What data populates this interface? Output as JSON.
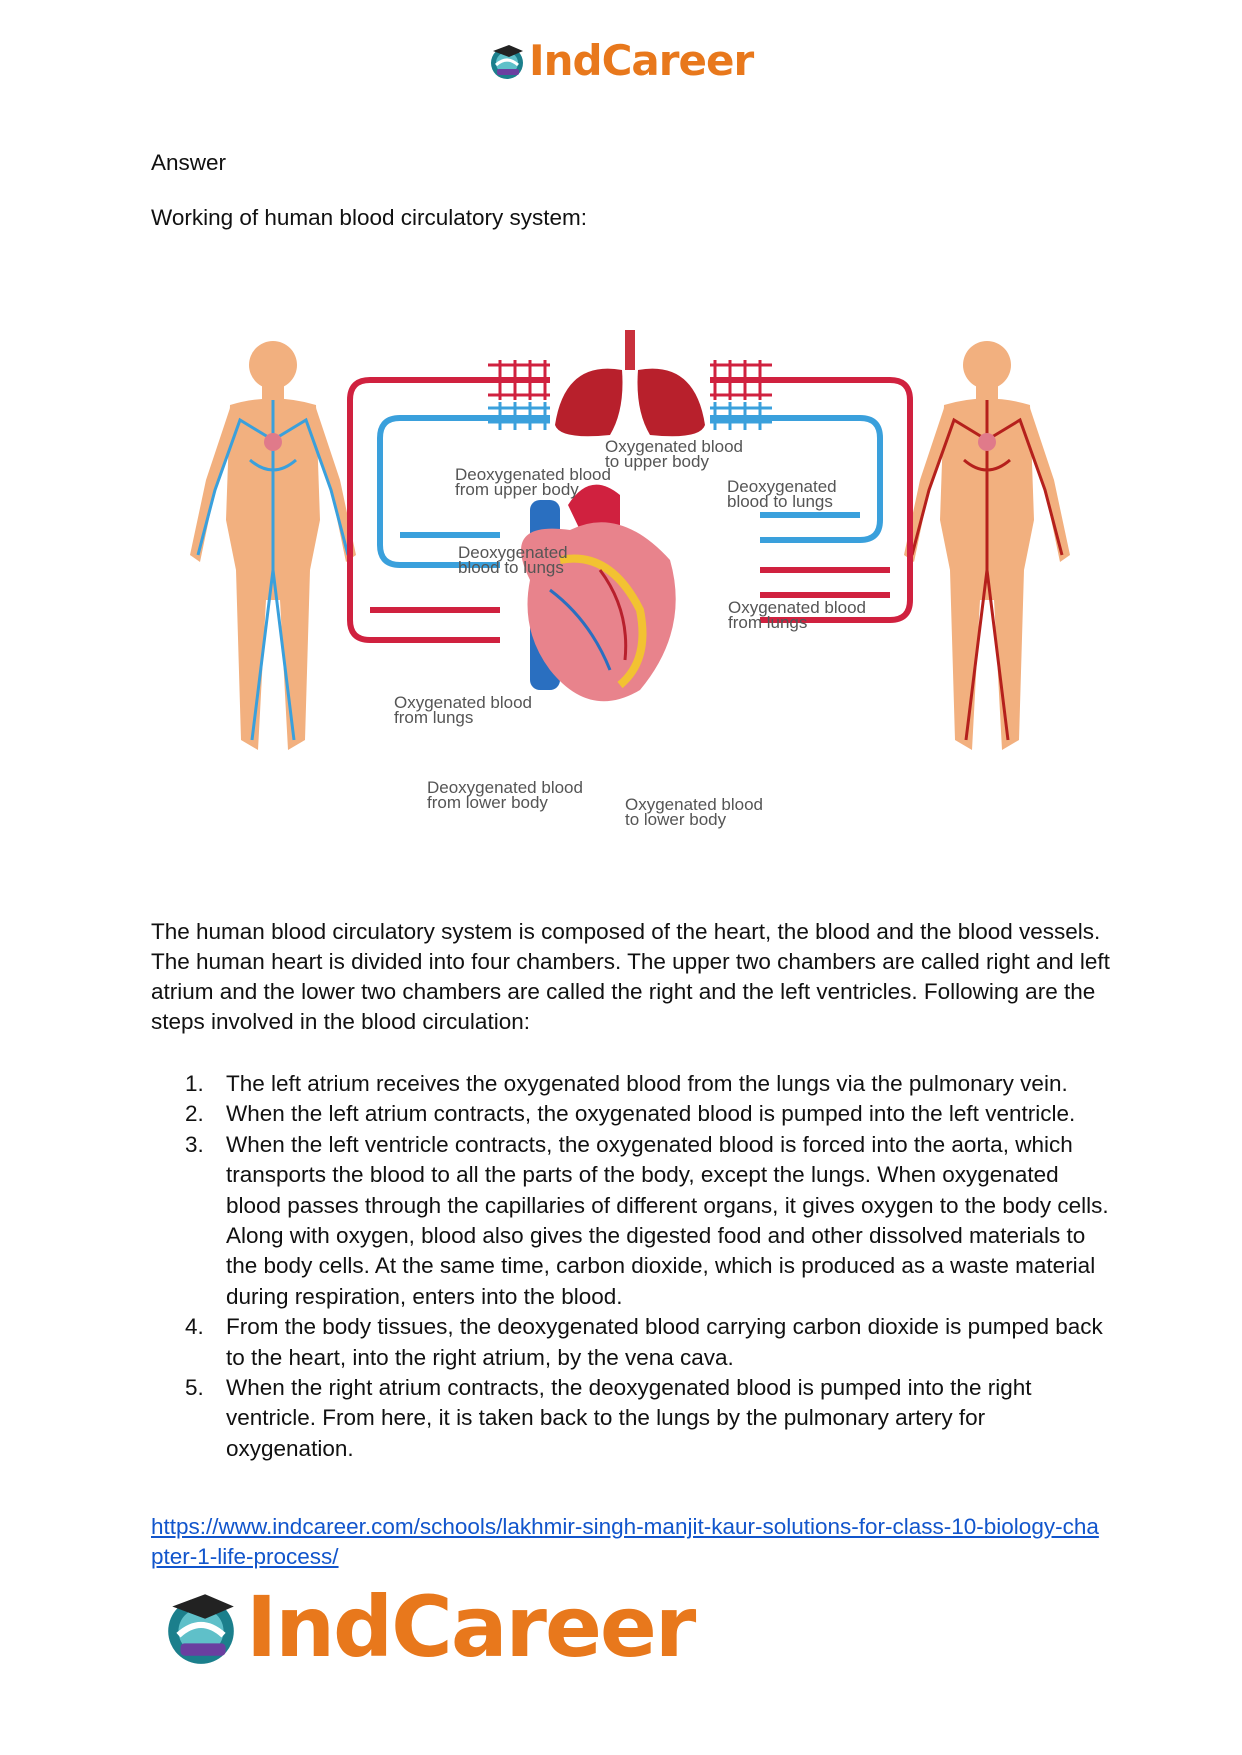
{
  "header": {
    "logo_text": "IndCareer"
  },
  "content": {
    "answer_label": "Answer",
    "intro": "Working of human blood circulatory system:",
    "diagram_labels": {
      "oxy_upper": [
        "Oxygenated blood",
        "to upper body"
      ],
      "deoxy_upper": [
        "Deoxygenated blood",
        "from upper body"
      ],
      "deoxy_lungs_right": [
        "Deoxygenated",
        "blood to lungs"
      ],
      "deoxy_lungs_left": [
        "Deoxygenated",
        "blood to lungs"
      ],
      "oxy_from_lungs_right": [
        "Oxygenated blood",
        "from lungs"
      ],
      "oxy_from_lungs_left": [
        "Oxygenated blood",
        "from lungs"
      ],
      "deoxy_lower": [
        "Deoxygenated blood",
        "from lower body"
      ],
      "oxy_lower": [
        "Oxygenated blood",
        "to lower body"
      ]
    },
    "paragraph": "The human blood circulatory system is composed of the heart, the blood and the blood vessels. The human heart is divided into four chambers. The upper two chambers are called right and left atrium and the lower two chambers are called the right and the left ventricles. Following are the steps involved in the blood circulation:",
    "steps": [
      {
        "num": "1.",
        "text": "The left atrium receives the oxygenated blood from the lungs via the pulmonary vein."
      },
      {
        "num": "2.",
        "text": "When the left atrium contracts, the oxygenated blood is pumped into the left ventricle."
      },
      {
        "num": "3.",
        "text": "When the left ventricle contracts, the oxygenated blood is forced into the aorta, which transports the blood to all the parts of the body, except the lungs. When oxygenated blood passes through the capillaries of different organs, it gives oxygen to the body cells. Along with oxygen, blood also gives the digested food and other dissolved materials to the body cells. At the same time, carbon dioxide, which is produced as a waste material during respiration, enters into the blood."
      },
      {
        "num": "4.",
        "text": "From the body tissues, the deoxygenated blood carrying carbon dioxide is pumped back to the heart, into the right atrium, by the vena cava."
      },
      {
        "num": "5.",
        "text": "When the right atrium contracts, the deoxygenated blood is pumped into the right ventricle. From here, it is taken back to the lungs by the pulmonary artery for oxygenation."
      }
    ],
    "source_url": "https://www.indcareer.com/schools/lakhmir-singh-manjit-kaur-solutions-for-class-10-biology-chapter-1-life-process/"
  },
  "footer": {
    "logo_text": "IndCareer"
  },
  "colors": {
    "brand_orange": "#e8781c",
    "oxygenated": "#d0213f",
    "deoxygenated": "#3aa0dc",
    "skin": "#f2b07f",
    "link": "#1155cc"
  }
}
